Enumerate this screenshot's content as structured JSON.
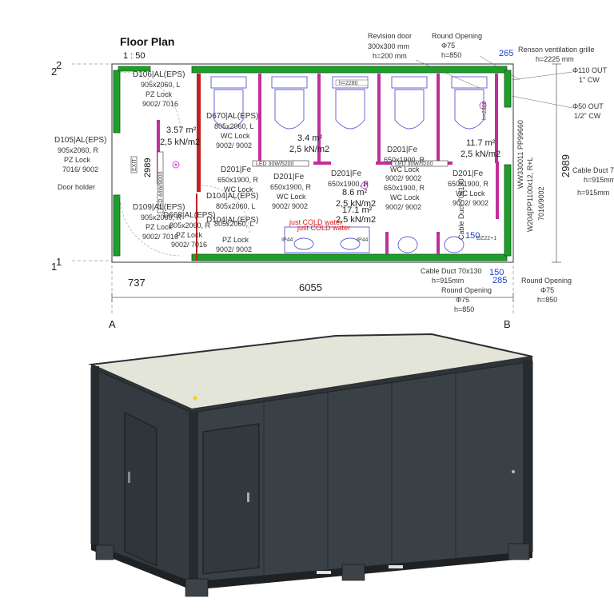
{
  "plan": {
    "title": "Floor Plan",
    "scale": "1 : 50",
    "axes": {
      "row_top": "2",
      "row_bottom": "1",
      "col_left": "A",
      "col_right": "B"
    },
    "dimensions": {
      "left_offset": "737",
      "total_length": "6055",
      "depth_right": "2989",
      "depth_left": "2989"
    },
    "rooms": [
      {
        "area": "3.57 m²",
        "load": "2,5 kN/m2"
      },
      {
        "area": "3.4 m²",
        "load": "2,5 kN/m2"
      },
      {
        "area": "11.7 m²",
        "load": "2,5 kN/m2"
      },
      {
        "area": "8.6 m²",
        "load": "2,5 kN/m2"
      },
      {
        "area": "17.1 m²",
        "load": "2,5 kN/m2"
      }
    ],
    "doors": [
      {
        "code": "D106|AL(EPS)",
        "size": "905x2060, L",
        "lock": "PZ Lock",
        "color": "9002/ 7016"
      },
      {
        "code": "D670|AL(EPS)",
        "size": "805x2060, L",
        "lock": "WC Lock",
        "color": "9002/ 9002"
      },
      {
        "code": "D105|AL(EPS)",
        "size": "905x2060, R",
        "lock": "PZ Lock",
        "color": "7016/ 9002",
        "extra": "Door holder"
      },
      {
        "code": "D109|AL(EPS)",
        "size": "905x2060, R",
        "lock": "PZ Lock",
        "color": "9002/ 7016"
      },
      {
        "code": "D201|Fe",
        "size": "650x1900, R",
        "lock": "WC Lock",
        "color": "9002/ 9002"
      },
      {
        "code": "D201|Fe",
        "size": "650x1900, R",
        "lock": "WC Lock",
        "color": "9002/ 9002"
      },
      {
        "code": "D201|Fe",
        "size": "650x1900, R",
        "lock": "WC Lock",
        "color": "9002/ 9002"
      },
      {
        "code": "D201|Fe",
        "size": "650x1900, R",
        "lock": "WC Lock",
        "color": "9002/ 9002"
      },
      {
        "code": "D201|Fe",
        "size": "650x1900, R",
        "lock": "WC Lock",
        "color": "9002/ 9002"
      },
      {
        "code": "D104|AL(EPS)",
        "size": "805x2060, L",
        "lock": "PZ Lock",
        "color": "9002/ 9002"
      },
      {
        "code": "D668|AL(EPS)",
        "size": "805x2060, R",
        "lock": "PZ Lock",
        "color": "9002/ 7016"
      }
    ],
    "annotations": {
      "revision_door": "Revision door",
      "revision_size": "300x300 mm",
      "revision_height": "h=200 mm",
      "round_opening": "Round Opening",
      "phi75": "Φ75",
      "h850": "h=850",
      "renson": "Renson ventilation grille",
      "renson_h": "h=2225 mm",
      "q110": "Φ110 OUT",
      "cw1": "1\" CW",
      "q50": "Φ50 OUT",
      "cw12": "1/2\" CW",
      "cable_duct": "Cable Duct 70x130",
      "h915": "h=915mm",
      "cold_water": "just COLD water",
      "window": "WW330011 PP99660",
      "window2": "W204|PP1100x12, R+L",
      "window3": "7016/9002",
      "led": "LED 30W/5200",
      "led_short": "LED 44W/8000",
      "ip44": "IP44",
      "exit": "EXIT",
      "dim_265": "265",
      "dim_150": "150",
      "dim_285": "285",
      "h2280": "h=2280",
      "h2200": "h=2200",
      "dz": "DZ22+1"
    }
  },
  "colors": {
    "wall_outer": "#1e9e2a",
    "wall_inner": "#c0309c",
    "partition_red": "#c02020",
    "container_dark": "#343b40",
    "container_roof": "#e4e5d9"
  }
}
